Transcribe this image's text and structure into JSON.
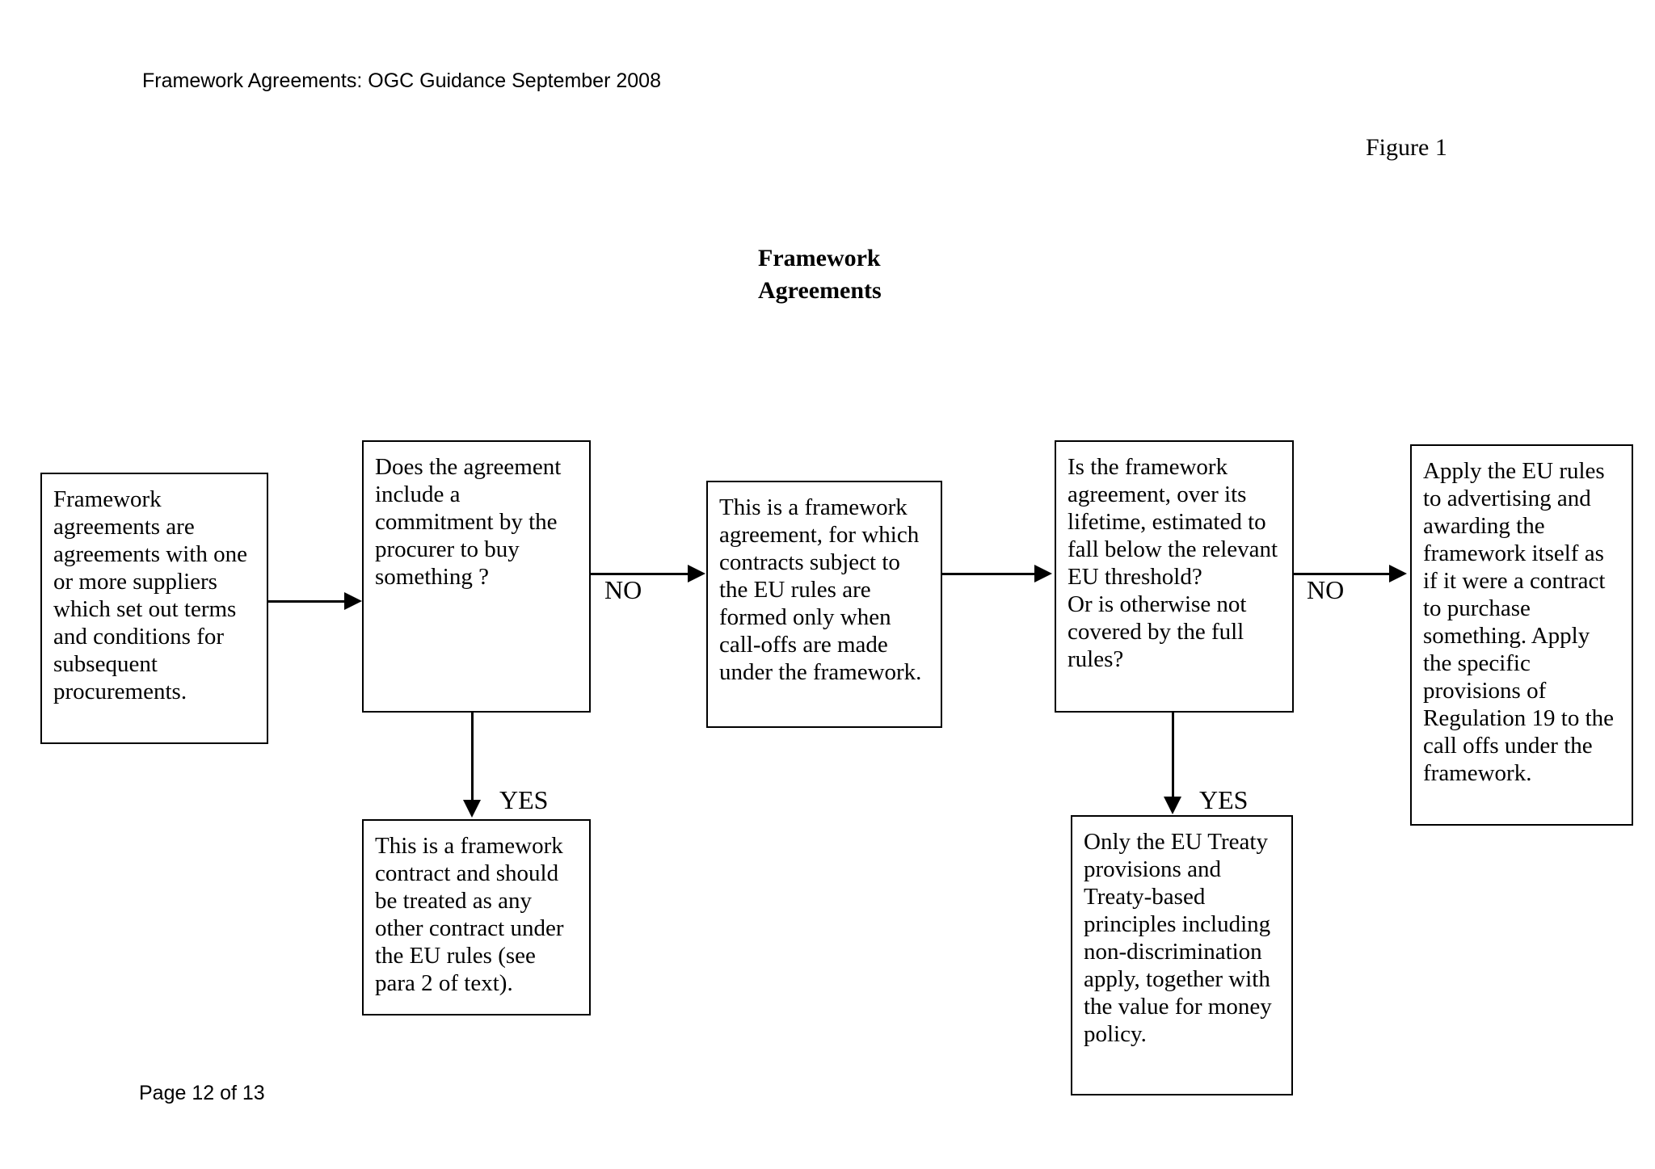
{
  "document": {
    "header": "Framework Agreements: OGC Guidance September 2008",
    "footer": "Page 12 of 13",
    "figure_label": "Figure 1",
    "title_line1": "Framework",
    "title_line2": "Agreements"
  },
  "flowchart": {
    "type": "flowchart",
    "nodes": [
      {
        "id": "definition",
        "text": "Framework agreements are agreements with one or more suppliers which set out terms and conditions for subsequent procurements."
      },
      {
        "id": "question-commitment",
        "text": "Does the agreement include a commitment by the procurer to buy something ?"
      },
      {
        "id": "framework-agreement",
        "text": "This is a framework agreement, for which contracts subject to the EU rules are formed only when call-offs are made under the framework."
      },
      {
        "id": "question-threshold",
        "text": "Is the framework agreement, over its lifetime, estimated to fall below the relevant EU threshold?\nOr is otherwise not covered by the full rules?"
      },
      {
        "id": "apply-eu-rules",
        "text": "Apply the EU rules to advertising and awarding the framework itself as if it were a contract to purchase something. Apply the specific provisions of Regulation 19 to the call offs under the framework."
      },
      {
        "id": "framework-contract",
        "text": "This is a framework contract and should be treated as any other contract under the EU rules (see para 2 of text)."
      },
      {
        "id": "treaty-provisions",
        "text": "Only the EU Treaty provisions and Treaty-based principles including non-discrimination apply, together with the value for money policy."
      }
    ],
    "edges": [
      {
        "id": "definition-to-question",
        "label": ""
      },
      {
        "id": "question-commitment-no",
        "label": "NO"
      },
      {
        "id": "question-commitment-yes",
        "label": "YES"
      },
      {
        "id": "framework-agreement-to-threshold",
        "label": ""
      },
      {
        "id": "question-threshold-no",
        "label": "NO"
      },
      {
        "id": "question-threshold-yes",
        "label": "YES"
      }
    ]
  }
}
